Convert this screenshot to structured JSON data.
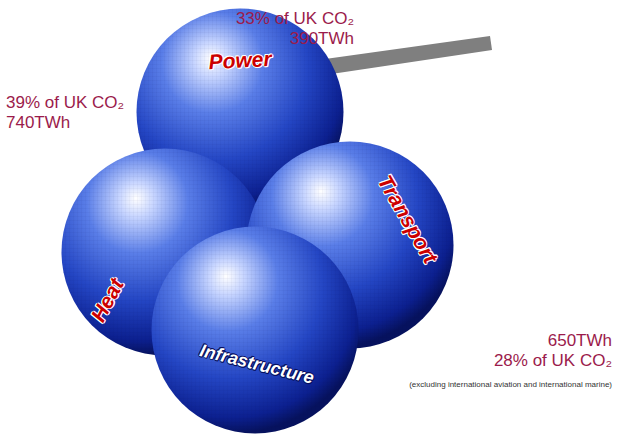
{
  "diagram": {
    "nodes": [
      {
        "text": [
          "Power"
        ]
      },
      {
        "text": [
          "Heat"
        ]
      },
      {
        "text": [
          "Transport"
        ]
      },
      {
        "text": [
          "Infrastructure"
        ]
      }
    ],
    "labels": [
      "33% of UK CO₂",
      "390TWh",
      "39% of UK CO₂",
      "740TWh",
      "650TWh",
      "28% of UK CO₂",
      "(excluding international aviation and international marine)"
    ]
  }
}
